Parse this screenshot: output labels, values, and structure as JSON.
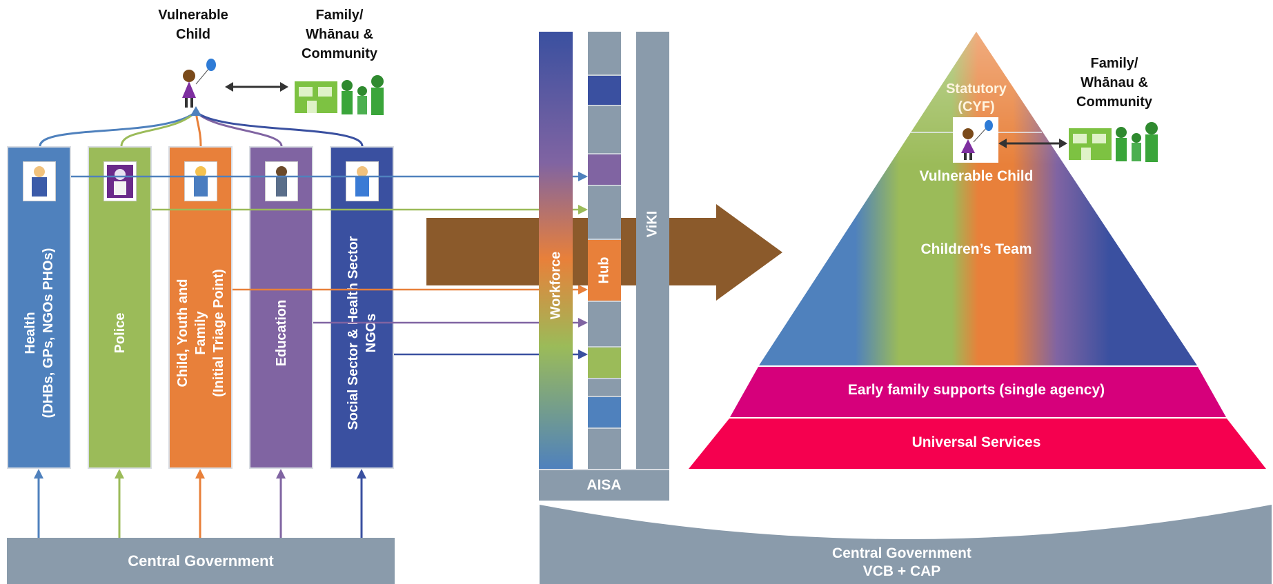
{
  "left": {
    "vulnerable_child": "Vulnerable\nChild",
    "family": "Family/\nWhānau &\nCommunity",
    "pillars": [
      {
        "label": "Health\n(DHBs, GPs, NGOs PHOs)",
        "color": "#4f81bd"
      },
      {
        "label": "Police",
        "color": "#9bbb59"
      },
      {
        "label": "Child, Youth and\nFamily\n(Initial Triage Point)",
        "color": "#e8803a"
      },
      {
        "label": "Education",
        "color": "#8064a2"
      },
      {
        "label": "Social Sector & Health Sector\nNGOs",
        "color": "#3a50a0"
      }
    ],
    "central_government": "Central Government"
  },
  "middle": {
    "workforce": "Workforce",
    "hub": "Hub",
    "viki": "ViKI",
    "aisa": "AISA",
    "central_government": "Central Government",
    "central_government_sub": "VCB + CAP"
  },
  "pyramid": {
    "statutory": "Statutory\n(CYF)",
    "vulnerable_child": "Vulnerable Child",
    "childrens_team": "Children’s Team",
    "early_family": "Early family supports (single agency)",
    "universal": "Universal Services",
    "family": "Family/\nWhānau &\nCommunity"
  },
  "colors": {
    "gray_bar": "#8a9bab",
    "arrow_brown": "#8b5a2b",
    "early_family": "#d6007b",
    "universal": "#f5004f"
  }
}
